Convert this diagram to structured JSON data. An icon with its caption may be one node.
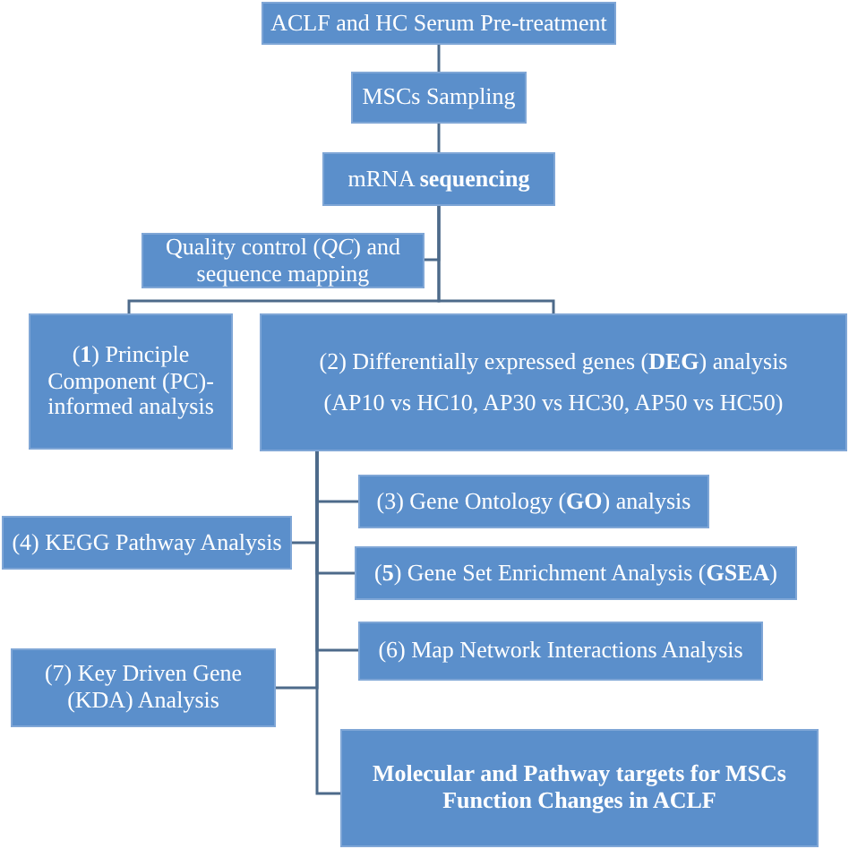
{
  "diagram": {
    "nodes": [
      {
        "text": [
          "ACLF and HC Serum Pre-treatment"
        ]
      },
      {
        "text": [
          "MSCs Sampling"
        ]
      },
      {
        "text": [
          "mRNA **sequencing**"
        ]
      },
      {
        "text": [
          "Quality control (*QC*) and sequence mapping"
        ]
      },
      {
        "text": [
          "(**1**) Principle Component (PC)-informed analysis"
        ]
      },
      {
        "text": [
          "(2) Differentially expressed genes (**DEG**) analysis",
          "(AP10 vs HC10, AP30 vs HC30, AP50 vs HC50)"
        ]
      },
      {
        "text": [
          "(3) Gene Ontology (**GO**) analysis"
        ]
      },
      {
        "text": [
          "(4) KEGG Pathway Analysis"
        ]
      },
      {
        "text": [
          "(**5**) Gene Set Enrichment Analysis (**GSEA**)"
        ]
      },
      {
        "text": [
          "(6) Map Network Interactions Analysis"
        ]
      },
      {
        "text": [
          "(7) Key Driven Gene (KDA) Analysis"
        ]
      },
      {
        "text": [
          "Molecular and Pathway targets for MSCs Function Changes in ACLF"
        ]
      }
    ],
    "edges": [
      {
        "from": 0,
        "to": 1,
        "arrow": "none"
      },
      {
        "from": 1,
        "to": 2,
        "arrow": "none"
      },
      {
        "from": 2,
        "to": 3,
        "arrow": "none"
      },
      {
        "from": 2,
        "to": 4,
        "arrow": "none"
      },
      {
        "from": 2,
        "to": 5,
        "arrow": "none"
      },
      {
        "from": 5,
        "to": 6,
        "arrow": "none"
      },
      {
        "from": 5,
        "to": 7,
        "arrow": "none"
      },
      {
        "from": 5,
        "to": 8,
        "arrow": "none"
      },
      {
        "from": 5,
        "to": 9,
        "arrow": "none"
      },
      {
        "from": 5,
        "to": 10,
        "arrow": "none"
      },
      {
        "from": 5,
        "to": 11,
        "arrow": "none"
      }
    ]
  }
}
